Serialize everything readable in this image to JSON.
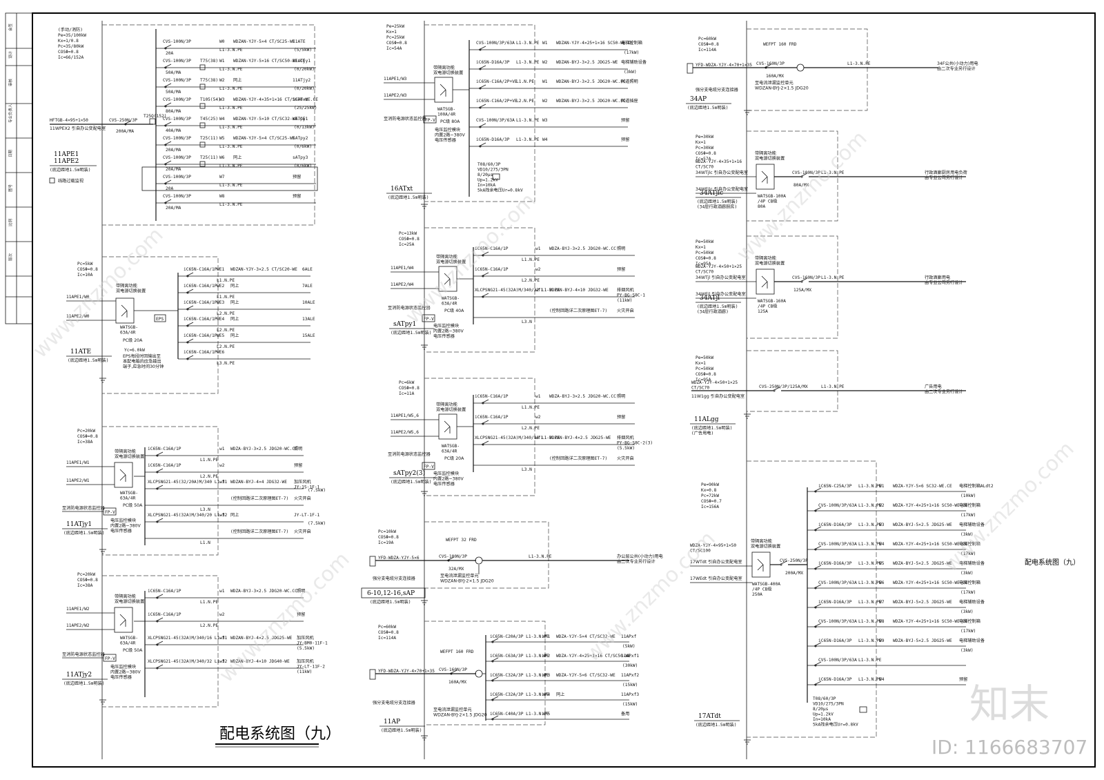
{
  "drawing": {
    "title": "配电系统图（九）",
    "title_right": "配电系统图（九）",
    "watermark_logo": "知末",
    "watermark_id": "ID: 1166683707",
    "watermark_text": "www.znzmo.com"
  },
  "left_column": {
    "top": {
      "params": [
        "(手动/消防)",
        "Pe=35/100kW",
        "Kx=1/0.8",
        "Pc=35/80kW",
        "COSΦ=0.8",
        "Ic=66/152A"
      ],
      "feeder_cable": "HFTGB-4×95+1×50",
      "feeder_note": "11WPEX2  引自办公变配电室",
      "main_breaker": "CVS-250N/3P",
      "main_breaker_rating": "200A/MA",
      "ct": "T25Q(152)",
      "panel": "11APE1\n11APE2",
      "panel_line1": "11APE1",
      "panel_line2": "11APE2",
      "panel_note": "(底边距地1.5m明装)",
      "legend_note": "线路过载监视",
      "circuits": [
        {
          "brk": "CVS-100N/3P",
          "rate": "20A",
          "ct": "",
          "w": "W0",
          "phase": "L1-3.N.PE",
          "cable": "WDZAN-YJY-5×4  CT/SC25-WE",
          "load": "11ATE",
          "kw": "(5/5kW)"
        },
        {
          "brk": "CVS-100N/3P",
          "rate": "50A/MA",
          "ct": "T75(38)",
          "w": "W1",
          "phase": "L1-3.N.PE",
          "cable": "WDZAN-YJY-5×16  CT/SC50-WE.CE",
          "load": "11ATjy1",
          "kw": "(0/20kW)"
        },
        {
          "brk": "CVS-100N/3P",
          "rate": "50A/MA",
          "ct": "T75(38)",
          "w": "W2",
          "phase": "L1-3.N.PE",
          "cable": "同上",
          "load": "11ATjy2",
          "kw": "(0/20kW)"
        },
        {
          "brk": "CVS-100N/3P",
          "rate": "80A/MA",
          "ct": "T105(54)",
          "w": "W3",
          "phase": "L1-3.N.PE",
          "cable": "WDZAN-YJY-4×35+1×16  CT/SC70-WE.CE",
          "load": "16ATxt",
          "kw": "(25/25kW)"
        },
        {
          "brk": "CVS-100N/3P",
          "rate": "40A/MA",
          "ct": "T45(25)",
          "w": "W4",
          "phase": "L1-3.N.PE",
          "cable": "WDZAN-YJY-5×10  CT/SC32-WE.CE",
          "load": "sATpy1",
          "kw": "(0/13kW)"
        },
        {
          "brk": "CVS-100N/3P",
          "rate": "20A/MA",
          "ct": "T25(11)",
          "w": "W5",
          "phase": "L1-3.N.PE",
          "cable": "WDZAN-YJY-5×4  CT/SC25-WE",
          "load": "sATpy2",
          "kw": "(0/6kW)"
        },
        {
          "brk": "CVS-100N/3P",
          "rate": "20A/MA",
          "ct": "T25(11)",
          "w": "W6",
          "phase": "L1-3.N.PE",
          "cable": "同上",
          "load": "sATpy3",
          "kw": "(0/6kW)"
        },
        {
          "brk": "CVS-100N/3P",
          "rate": "20A",
          "ct": "",
          "w": "W7",
          "phase": "L1-3.N.PE",
          "cable": "",
          "load": "预留",
          "kw": ""
        },
        {
          "brk": "CVS-100N/3P",
          "rate": "20A/MA",
          "ct": "",
          "w": "W8",
          "phase": "L1-3.N.PE",
          "cable": "",
          "load": "预留",
          "kw": ""
        }
      ]
    },
    "ate": {
      "params": [
        "Pc=5kW",
        "COSΦ=0.8",
        "Ic=10A"
      ],
      "in1": "11APE1/W0",
      "in2": "11APE2/W0",
      "switch_title": "带隔离功能\n双电源切换装置",
      "switch_model": "WATSGB-\n63A/4R",
      "pc": "PC级 20A",
      "yc": "Yc=6.0kW",
      "eps": "EPS",
      "eps_note": "EPS每段时回输出至\n本配电箱的应急输出\n端子,应急时间30分钟",
      "panel": "11ATE",
      "panel_note": "(底边距地1.5m明装)",
      "circuits": [
        {
          "brk": "iC65N-C16A/1P",
          "w": "WE1",
          "phase": "L1.N.PE",
          "cable": "WDZAN-YJY-3×2.5  CT/SC20-WE",
          "load": "6ALE"
        },
        {
          "brk": "iC65N-C16A/1P",
          "w": "WE2",
          "phase": "L1.N.PE",
          "cable": "同上",
          "load": "7ALE"
        },
        {
          "brk": "iC65N-C16A/1P",
          "w": "WE3",
          "phase": "L2.N.PE",
          "cable": "同上",
          "load": "10ALE"
        },
        {
          "brk": "iC65N-C16A/1P",
          "w": "WE4",
          "phase": "L2.N.PE",
          "cable": "同上",
          "load": "13ALE"
        },
        {
          "brk": "iC65N-C16A/1P",
          "w": "WE5",
          "phase": "L2.N.PE",
          "cable": "同上",
          "load": "15ALE"
        },
        {
          "brk": "iC65N-C16A/1P",
          "w": "WE6",
          "phase": "L3.N.PE",
          "cable": "",
          "load": ""
        }
      ]
    },
    "jy1": {
      "params": [
        "Pc=20kW",
        "COSΦ=0.8",
        "Ic=38A"
      ],
      "in1": "11APE1/W1",
      "in2": "11APE2/W1",
      "switch_model": "WATSGB-\n63A/4R",
      "pc": "PC级 50A",
      "fire_monitor": "至消防电源状态监控器",
      "fpv": "FP-V",
      "module": "电压监控模块\n内置2路~380V\n电压传感器",
      "panel": "11ATjy1",
      "panel_note": "(底边距地1.5m明装)",
      "circuits": [
        {
          "brk": "iC65N-C16A/1P",
          "w": "w1",
          "phase": "L1.N.PE",
          "cable": "WDZA-BYJ-3×2.5  JDG20-WC.CC",
          "load": "照明",
          "kw": ""
        },
        {
          "brk": "iC65N-C16A/1P",
          "w": "w2",
          "phase": "L2.N.PE",
          "cable": "",
          "load": "预留",
          "kw": ""
        },
        {
          "brk": "XLCPSNG21-45(32/20A)M/340 L1-3",
          "w": "wf1",
          "phase": "",
          "cable": "WDZAN-BYJ-4×4  JDG32-WE",
          "load": "加压风机\nJY-1S-1F-1",
          "kw": "(7.5kW)"
        },
        {
          "brk": "",
          "w": "",
          "phase": "L3.N",
          "cable": "(控制回路详二次原理图ET-7)",
          "load": "火灾开启",
          "kw": ""
        },
        {
          "brk": "XLCPSNG21-45(32A)M/340/20 L1-3",
          "w": "wf2",
          "phase": "",
          "cable": "同上",
          "load": "JY-LT-1F-1",
          "kw": "(7.5kW)"
        },
        {
          "brk": "",
          "w": "",
          "phase": "L1.N",
          "cable": "(控制回路详二次原理图ET-7)",
          "load": "火灾开启",
          "kw": ""
        }
      ]
    },
    "jy2": {
      "params": [
        "Pc=20kW",
        "COSΦ=0.8",
        "Ic=38A"
      ],
      "in1": "11APE1/W2",
      "in2": "11APE2/W2",
      "panel": "11ATjy2",
      "panel_note": "(底边距地1.5m明装)",
      "circuits": [
        {
          "brk": "iC65N-C16A/1P",
          "w": "w1",
          "phase": "L1.N.PE",
          "cable": "WDZA-BYJ-3×2.5  JDG20-WC.CC",
          "load": "照明"
        },
        {
          "brk": "iC65N-C16A/1P",
          "w": "w2",
          "phase": "L2.N.PE",
          "cable": "",
          "load": "预留"
        },
        {
          "brk": "XLCPSNG21-45(32A)M/340/16 L1-3",
          "w": "wf1",
          "phase": "",
          "cable": "WDZAN-BYJ-4×2.5  JDG25-WE",
          "load": "加压风机\nJY-BM0-11F-1\n(5.5kW)"
        },
        {
          "brk": "XLCPSNG21-45(32A)M/340/32 L1-3",
          "w": "wf2",
          "phase": "",
          "cable": "WDZAN-BYJ-4×10  JDG40-WE",
          "load": "加压风机\nJY-LT-11F-2\n(11kW)"
        }
      ]
    }
  },
  "middle_column": {
    "xt": {
      "params": [
        "Pe=25kW",
        "Kx=1",
        "Pc=25kW",
        "COSΦ=0.8",
        "Ic=54A"
      ],
      "in1": "11APE1/W3",
      "in2": "11APE2/W3",
      "switch_model": "WATSGB-\n100A/4R",
      "pc": "PC级 80A",
      "surge": "T08/60/3P\nVD10/275/3PN\n8/20μs\nUp=1.2kV\nIn=10kA\n5kA残余电压Ur=0.8kV",
      "panel": "16ATxt",
      "panel_note": "(底边距地1.5m明装)",
      "circuits": [
        {
          "brk": "CVS-100N/3P/63A",
          "w": "W1",
          "phase": "L1-3.N.PE",
          "cable": "WDZAN-YJY-4×25+1×16  SC50-WE.CE",
          "load": "电梯控制箱",
          "kw": "(17kW)"
        },
        {
          "brk": "iC65N-D16A/3P",
          "w": "W2",
          "phase": "L1-3.N.PE",
          "cable": "WDZAN-BYJ-3×2.5  JDG25-WE",
          "load": "电梯辅助设备",
          "kw": "(3kW)"
        },
        {
          "brk": "iC65N-C16A/2P+VE",
          "w": "W1",
          "phase": "L1.N.PE",
          "cable": "WDZAN-BYJ-3×2.5  JDG20-WC.FC",
          "load": "井道照明",
          "kw": ""
        },
        {
          "brk": "iC65N-C16A/2P+VE",
          "w": "W2",
          "phase": "L2.N.PE",
          "cable": "WDZAN-BYJ-3×2.5  JDG20-WC.FC",
          "load": "井道插座",
          "kw": ""
        },
        {
          "brk": "CVS-100N/3P/63A",
          "w": "W3",
          "phase": "L1-3.N.PE",
          "cable": "",
          "load": "预留",
          "kw": ""
        },
        {
          "brk": "iC65N-D16A/3P",
          "w": "W4",
          "phase": "L1-3.N.PE",
          "cable": "",
          "load": "预留",
          "kw": ""
        }
      ]
    },
    "py1": {
      "params": [
        "Pc=13kW",
        "COSΦ=0.8",
        "Ic=25A"
      ],
      "in1": "11APE1/W4",
      "in2": "11APE2/W4",
      "switch_model": "WATSGB-\n63A/4R",
      "pc": "PC级 40A",
      "panel": "sATpy1",
      "panel_note": "(底边距地1.5m明装)",
      "circuits": [
        {
          "brk": "iC65N-C16A/1P",
          "w": "w1",
          "phase": "L1.N.PE",
          "cable": "WDZA-BYJ-3×2.5  JDG20-WC.CC",
          "load": "照明"
        },
        {
          "brk": "iC65N-C16A/1P",
          "w": "w2",
          "phase": "L2.N.PE",
          "cable": "",
          "load": "预留"
        },
        {
          "brk": "XLCPSNG21-45(32A)M/340/32 L1-3.PE",
          "w": "wf1",
          "phase": "",
          "cable": "WDZAN-BYJ-4×10  JDG32-WE",
          "load": "排烟风机\nPY-BG-S8C-1\n(11kW)"
        },
        {
          "brk": "",
          "w": "",
          "phase": "L3.N",
          "cable": "(控制回路详二次原理图ET-7)",
          "load": "火灾开启"
        }
      ]
    },
    "py2": {
      "params": [
        "Pc=6kW",
        "COSΦ=0.8",
        "Ic=11A"
      ],
      "in1": "11APE1/W5,6",
      "in2": "11APE2/W5,6",
      "switch_model": "WATSGB-\n63A/4R",
      "pc": "PC级 20A",
      "panel": "sATpy2(3)",
      "panel_note": "(底边距地1.5m明装)",
      "circuits": [
        {
          "brk": "iC65N-C16A/1P",
          "w": "w1",
          "phase": "L1.N.PE",
          "cable": "WDZA-BYJ-3×2.5  JDG20-WC.CC",
          "load": "照明"
        },
        {
          "brk": "iC65N-C16A/1P",
          "w": "w2",
          "phase": "L2.N.PE",
          "cable": "",
          "load": "预留"
        },
        {
          "brk": "XLCPSNG21-45(32A)M/340/16 L1-3.PE",
          "w": "wf1",
          "phase": "",
          "cable": "WDZAN-BYJ-4×2.5  JDG25-WE",
          "load": "排烟风机\nPY-BG-S8C-2(3)\n(5.5kW)"
        },
        {
          "brk": "",
          "w": "",
          "phase": "L3.N",
          "cable": "(控制回路详二次原理图ET-7)",
          "load": "火灾开启"
        }
      ]
    },
    "sap": {
      "params": [
        "Pc=10kW",
        "COSΦ=0.8",
        "Ic=19A"
      ],
      "feeder": "YFD-WDZA-YJY-5×6",
      "breaker": "CVS-100N/3P",
      "rating": "32A/MX",
      "wefpt": "WEFPT 32 FRD",
      "phase": "L1-3.N.PE",
      "load": "办公层公共(小动力)用电\n由二次专业另行设计",
      "fire_module": "至电流泄漏监控单元\nWDZAN-BYJ-2×1.5  JDG20",
      "box": "强分支电缆分支连接器",
      "panel": "6-10,12-16,sAP",
      "panel_note": "(底边距地1.5m明装)"
    },
    "ap11": {
      "params": [
        "Pc=60kW",
        "COSΦ=0.8",
        "Ic=114A"
      ],
      "feeder": "YFD-WDZA-YJY-4×70+1×35",
      "breaker": "CVS-160N/3P",
      "rating": "160A/MX",
      "wefpt": "WEFPT 160 FRD",
      "fire_module": "至电流泄漏监控单元\nWDZAN-BYJ-2×1.5  JDG20",
      "box": "强分支电缆分支连接器",
      "panel": "11AP",
      "panel_note": "(底边距地1.5m明装)",
      "circuits": [
        {
          "brk": "iC65N-C20A/3P L1-3.N.PE",
          "w": "WF1",
          "cable": "WDZA-YJY-5×4  CT/SC32-WE",
          "load": "11APxf",
          "kw": "(5kW)"
        },
        {
          "brk": "iC65N-C63A/3P L1-3.N.PE",
          "w": "WF2",
          "cable": "WDZA-YJY-4×25+1×16  CT/SC50-WE",
          "load": "11APxf1",
          "kw": "(30kW)"
        },
        {
          "brk": "iC65N-C32A/3P L1-3.N.PE",
          "w": "WF3",
          "cable": "WDZA-YJY-5×6  CT/SC32-WE",
          "load": "11APxf2",
          "kw": "(15kW)"
        },
        {
          "brk": "iC65N-C32A/3P L1-3.N.PE",
          "w": "WF4",
          "cable": "同上",
          "load": "11APxf3",
          "kw": "(15kW)"
        },
        {
          "brk": "iC65N-C40A/3P L1-3.N.PE",
          "w": "WF5",
          "cable": "",
          "load": "备用",
          "kw": ""
        }
      ]
    }
  },
  "right_column": {
    "ap34": {
      "params": [
        "Pc=60kW",
        "COSΦ=0.8",
        "Ic=114A"
      ],
      "feeder": "YFD-WDZA-YJY-4×70+1×35",
      "breaker": "CVS-160N/3P",
      "rating": "160A/MX",
      "wefpt": "WEFPT 160 FRD",
      "phase": "L1-3.N.PE",
      "load": "34F公共(小动力)用电\n由二次专业另行设计",
      "fire_module": "至电流泄漏监控单元\nWDZAN-BYJ-2×1.5  JDG20",
      "box": "强分支电缆分支连接器",
      "panel": "34AP",
      "panel_note": "(底边距地1.5m明装)"
    },
    "jlc": {
      "params": [
        "Pe=30kW",
        "Kx=1",
        "Pc=30kW",
        "COSΦ=0.8",
        "Ic=57A"
      ],
      "cable": "WDZA-YJY-4×35+1×16\nCT/SC70",
      "in1": "34WTjlc  引自办公变配电室",
      "in2": "34WEjlc  引自办公变配电室",
      "switch_title": "带隔离功能\n双电源切换装置",
      "switch_model": "WATSGB-100A\n/4P CB级\n80A",
      "breaker": "CVS-100N/3P",
      "rating": "80A/MX",
      "phase": "L1-3.N.PE",
      "load": "行政酒廊厨房用电负荷\n由专业公司另行设计",
      "panel": "34ATjlc",
      "panel_note": "(底边距地1.5m明装)\n(34层行政酒廊厨房)"
    },
    "jl": {
      "params": [
        "Pe=50kW",
        "Kx=1",
        "Pc=50kW",
        "COSΦ=0.8",
        "Ic=95A"
      ],
      "cable": "WDZA-YJY-4×50+1×25\nCT/SC70",
      "in1": "34WTjl  引自办公变配电室",
      "in2": "34WEjl  引自办公变配电室",
      "switch_model": "WATSGB-160A\n/4P CB级\n125A",
      "breaker": "CVS-160N/3P",
      "rating": "125A/MX",
      "phase": "L1-3.N.PE",
      "load": "行政酒廊用电\n由专业公司另行设计",
      "panel": "34ATjl",
      "panel_note": "(底边距地1.5m明装)\n(34层行政酒廊)"
    },
    "gg": {
      "params": [
        "Pe=50kW",
        "Kx=1",
        "Pc=50kW",
        "COSΦ=0.8",
        "Ic=95A"
      ],
      "cable": "WDZA-YJY-4×50+1×25\nCT/SC70",
      "in1": "11W1gg  引自办公变配电室",
      "breaker": "CVS-250N/3P/125A/MX",
      "phase": "L1-3.N.PE",
      "load": "广告用电\n由二次专业另行设计",
      "panel": "11ALgg",
      "panel_note": "(底边距地1.5m明装)\n(广告用电)"
    },
    "dt": {
      "params": [
        "Pe=90kW",
        "Kx=0.8",
        "Pc=72kW",
        "COSΦ=0.7",
        "Ic=156A"
      ],
      "cable": "WDZA-YJY-4×95+1×50\nCT/SC100",
      "in1": "17WTdt  引自办公变配电室",
      "in2": "17WEdt  引自办公变配电室",
      "switch_model": "WATSGB-400A\n/4P CB级\n250A",
      "breaker": "CVS-250N/3P",
      "rating": "200A/MX",
      "surge": "T08/60/3P\nVD10/275/3PN\n8/20μs\nUp=1.2kV\nIn=10kA\n5kA残余电压Ur=0.8kV",
      "panel": "17ATdt",
      "panel_note": "(底边距地1.5m明装)",
      "circuits": [
        {
          "brk": "iC65N-C25A/3P",
          "phase": "L1-3.N.PE",
          "w": "W1",
          "cable": "WDZA-YJY-5×6  SC32-WE.CE",
          "load": "电梯控制箱ALdt2",
          "kw": "(10kW)"
        },
        {
          "brk": "CVS-100N/3P/63A",
          "phase": "L1-3.N.PE",
          "w": "W2",
          "cable": "WDZA-YJY-4×25+1×16  SC50-WE.CE",
          "load": "电梯控制箱",
          "kw": "(17kW)"
        },
        {
          "brk": "iC65N-D16A/3P",
          "phase": "L1-3.N.PE",
          "w": "W3",
          "cable": "WDZA-BYJ-5×2.5  JDG25-WE",
          "load": "电梯辅助设备",
          "kw": "(3kW)"
        },
        {
          "brk": "CVS-100N/3P/63A",
          "phase": "L1-3.N.PE",
          "w": "W4",
          "cable": "WDZA-YJY-4×25+1×16  SC50-WE.CE",
          "load": "电梯控制箱",
          "kw": "(17kW)"
        },
        {
          "brk": "iC65N-D16A/3P",
          "phase": "L1-3.N.PE",
          "w": "W5",
          "cable": "WDZA-BYJ-5×2.5  JDG25-WE",
          "load": "电梯辅助设备",
          "kw": "(3kW)"
        },
        {
          "brk": "CVS-100N/3P/63A",
          "phase": "L1-3.N.PE",
          "w": "W6",
          "cable": "WDZA-YJY-4×25+1×16  SC50-WE.CE",
          "load": "电梯控制箱",
          "kw": "(17kW)"
        },
        {
          "brk": "iC65N-D16A/3P",
          "phase": "L1-3.N.PE",
          "w": "W7",
          "cable": "WDZA-BYJ-5×2.5  JDG25-WE",
          "load": "电梯辅助设备",
          "kw": "(3kW)"
        },
        {
          "brk": "CVS-100N/3P/63A",
          "phase": "L1-3.N.PE",
          "w": "W8",
          "cable": "WDZA-YJY-4×25+1×16  SC50-WE.CE",
          "load": "电梯控制箱",
          "kw": "(17kW)"
        },
        {
          "brk": "iC65N-D16A/3P",
          "phase": "L1-3.N.PE",
          "w": "W9",
          "cable": "WDZA-BYJ-5×2.5  JDG25-WE",
          "load": "电梯辅助设备",
          "kw": "(3kW)"
        },
        {
          "brk": "CVS-100N/3P/63A",
          "phase": "L1-3.N.PE",
          "w": "",
          "cable": "",
          "load": "",
          "kw": ""
        },
        {
          "brk": "iC65N-D16A/3P",
          "phase": "L1-3.N.PE",
          "w": "W4",
          "cable": "",
          "load": "预留",
          "kw": ""
        }
      ]
    }
  },
  "title_block": {
    "items": [
      "会签",
      "设计",
      "审核",
      "专业负责人",
      "日期",
      "图号",
      "比例",
      "版次"
    ]
  }
}
